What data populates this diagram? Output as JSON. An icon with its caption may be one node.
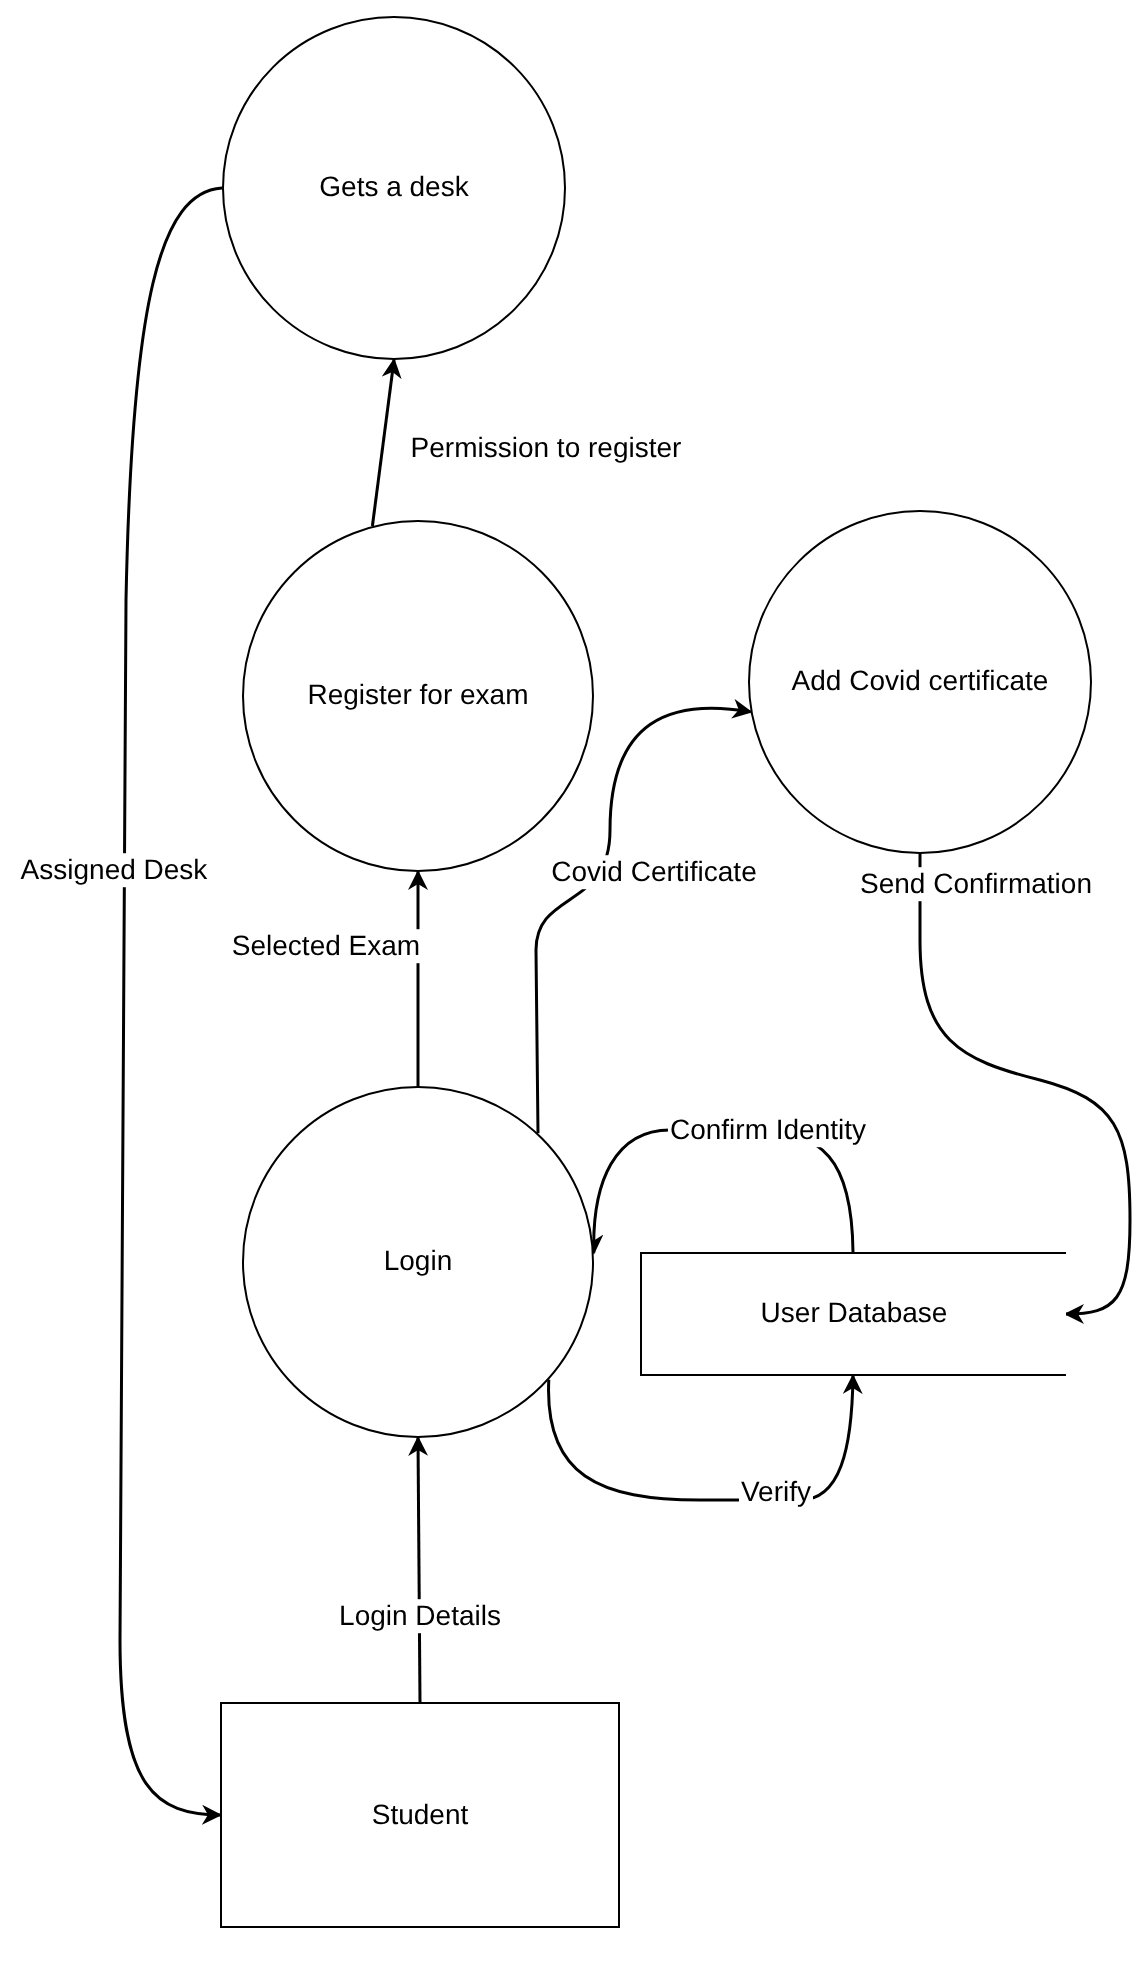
{
  "diagram": {
    "nodes": [
      {
        "text": [
          "Gets a desk"
        ]
      },
      {
        "text": [
          "Register for exam"
        ]
      },
      {
        "text": [
          "Add Covid certificate"
        ]
      },
      {
        "text": [
          "Login"
        ]
      },
      {
        "text": [
          "User Database"
        ]
      },
      {
        "text": [
          "Student"
        ]
      }
    ],
    "edges": [
      {
        "from": 5,
        "to": 3,
        "arrow": "to",
        "label": "Login Details"
      },
      {
        "from": 3,
        "to": 1,
        "arrow": "to",
        "label": "Selected Exam"
      },
      {
        "from": 1,
        "to": 0,
        "arrow": "to",
        "label": "Permission to register"
      },
      {
        "from": 0,
        "to": 5,
        "arrow": "to",
        "label": "Assigned Desk"
      },
      {
        "from": 3,
        "to": 2,
        "arrow": "to",
        "label": "Covid Certificate"
      },
      {
        "from": 2,
        "to": 4,
        "arrow": "to",
        "label": "Send Confirmation"
      },
      {
        "from": 4,
        "to": 3,
        "arrow": "to",
        "label": "Confirm Identity"
      },
      {
        "from": 3,
        "to": 4,
        "arrow": "to",
        "label": "Verify"
      }
    ]
  }
}
